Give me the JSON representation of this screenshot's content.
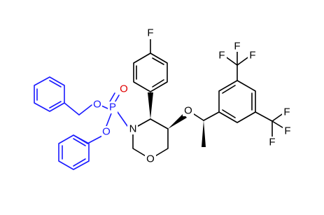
{
  "molecule": {
    "atoms": {
      "fluorine_aryl": "F",
      "cf3_top": [
        "F",
        "F",
        "F"
      ],
      "cf3_right": [
        "F",
        "F",
        "F"
      ],
      "phosphonyl_oxo": "O",
      "phosphorus": "P",
      "ester_oxygen_1": "O",
      "ester_oxygen_2": "O",
      "ring_nitrogen": "N",
      "ring_oxygen": "O",
      "ether_oxygen": "O"
    },
    "colors": {
      "bond": "#000000",
      "heteroatom_highlight": "#1a1aff",
      "oxygen_label": "#e00000"
    }
  }
}
